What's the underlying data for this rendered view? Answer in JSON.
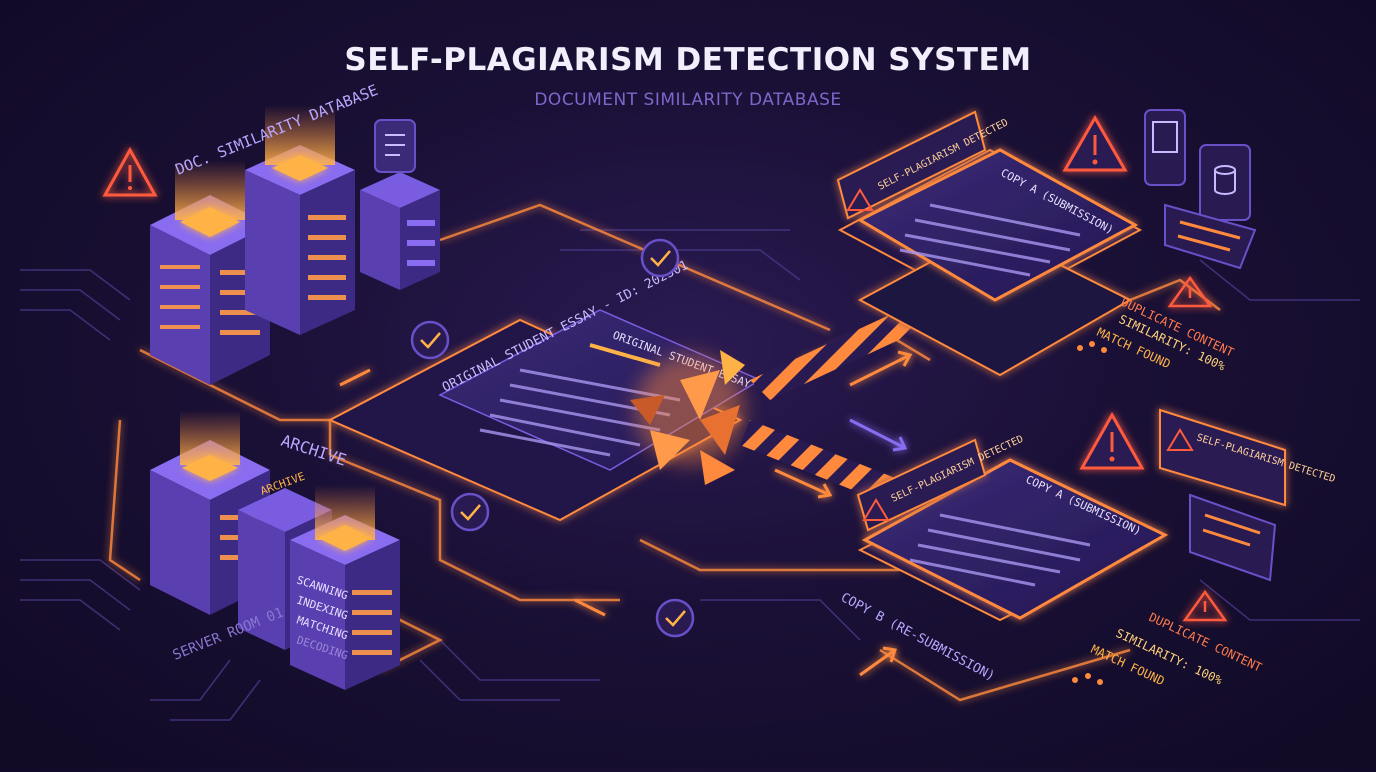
{
  "header": {
    "title": "SELF-PLAGIARISM DETECTION SYSTEM",
    "subtitle": "DOCUMENT SIMILARITY DATABASE"
  },
  "left": {
    "database_label": "DOC. SIMILARITY DATABASE",
    "archive_label": "ARCHIVE",
    "archive_tag": "ARCHIVE",
    "server_label": "SERVER ROOM 01",
    "screen_lines": [
      "SCANNING",
      "INDEXING",
      "MATCHING",
      "DECODING"
    ]
  },
  "center": {
    "essay_label": "ORIGINAL STUDENT ESSAY - ID: 202301",
    "essay_title": "ORIGINAL STUDENT ESSAY"
  },
  "result_a": {
    "doc_title": "COPY A (SUBMISSION)",
    "alert": "SELF-PLAGIARISM DETECTED",
    "findings": [
      "DUPLICATE CONTENT",
      "SIMILARITY: 100%",
      "MATCH FOUND"
    ]
  },
  "result_b": {
    "doc_title": "COPY A (SUBMISSION)",
    "caption": "COPY B (RE-SUBMISSION)",
    "alert_left": "SELF-PLAGIARISM DETECTED",
    "alert_right": "SELF-PLAGIARISM DETECTED",
    "findings": [
      "DUPLICATE CONTENT",
      "SIMILARITY: 100%",
      "MATCH FOUND"
    ]
  },
  "colors": {
    "accent_orange": "#ff8a3d",
    "accent_purple": "#8a6cf0",
    "alert_red": "#ff5a3c",
    "background": "#1a1036"
  }
}
